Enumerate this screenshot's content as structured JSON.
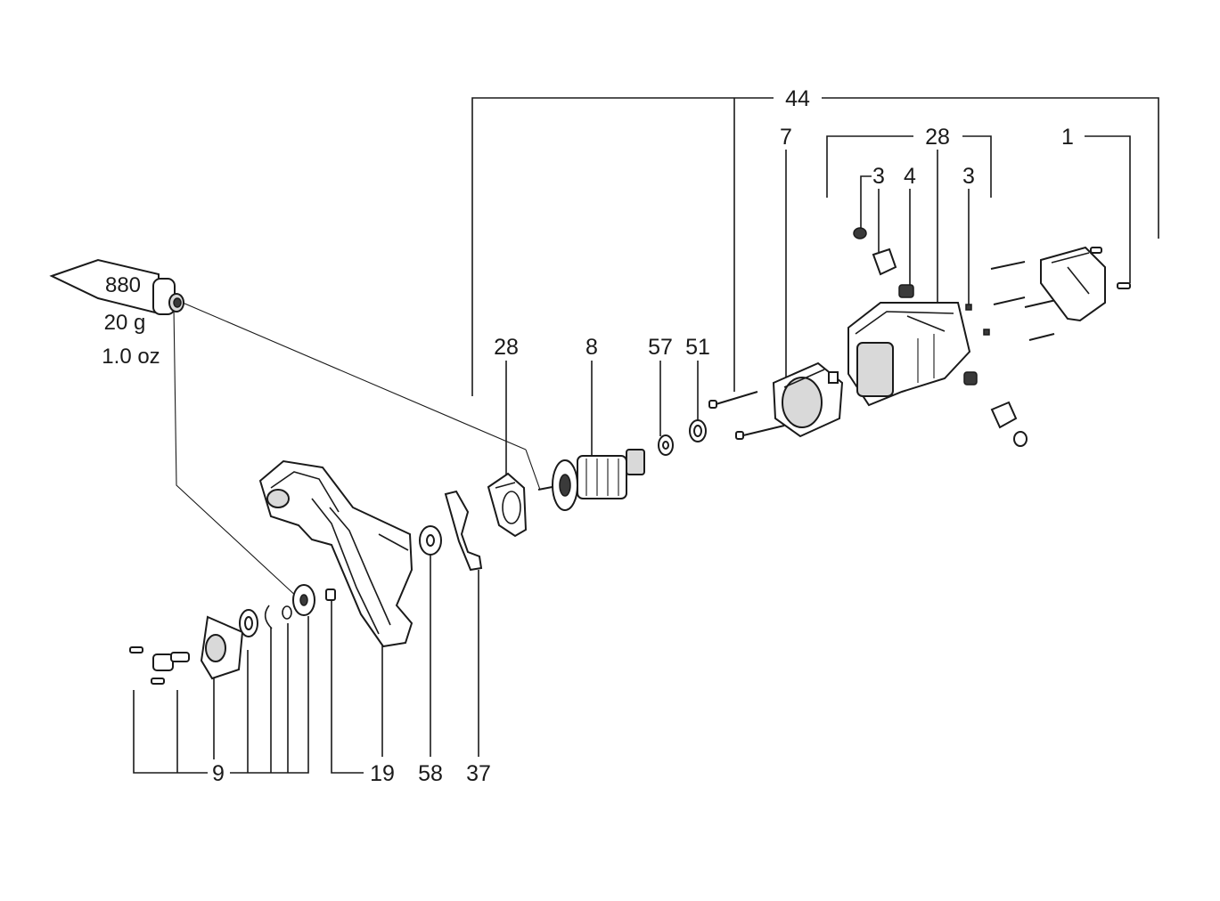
{
  "labels": {
    "l44": "44",
    "l7": "7",
    "l28_top": "28",
    "l1": "1",
    "l3_left": "3",
    "l4": "4",
    "l3_right": "3",
    "l28_mid": "28",
    "l8": "8",
    "l57": "57",
    "l51": "51",
    "l9": "9",
    "l19": "19",
    "l58": "58",
    "l37": "37"
  },
  "grease_tube": {
    "code": "880",
    "mass": "20 g",
    "mass_imperial": "1.0 oz"
  }
}
